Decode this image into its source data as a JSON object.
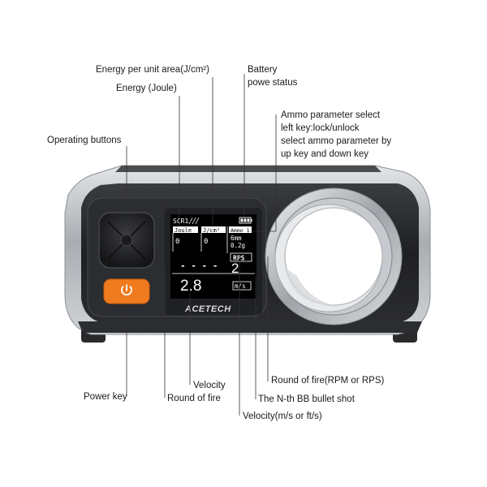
{
  "callouts": {
    "energy_per_area": "Energy per unit area(J/cm²)",
    "energy_joule": "Energy (Joule)",
    "battery": [
      "Battery",
      "powe status"
    ],
    "ammo_select": [
      "Ammo parameter select",
      "left key:lock/unlock",
      "select ammo parameter by",
      "up key and down key"
    ],
    "operating_buttons": "Operating buttons",
    "power_key": "Power key",
    "velocity": "Velocity",
    "round_of_fire": "Round of fire",
    "round_of_fire_rpm_rps": "Round of fire(RPM or RPS)",
    "nth_bb": "The N-th BB bullet shot",
    "velocity_units": "Velocity(m/s or ft/s)"
  },
  "screen": {
    "mode": "SCR1",
    "joule_label": "Joule",
    "jcm_label": "J/cm²",
    "joule_value": "0",
    "jcm_value": "0",
    "ammo_label": "Ammo 1",
    "ammo_size": "6mm",
    "ammo_weight": "0.2g",
    "rps_label": "RPS",
    "round_dashes": "- - - -",
    "velocity_value": "2.8",
    "shot_count": "2",
    "velocity_unit": "m/s"
  },
  "brand": "ACETECH",
  "colors": {
    "power_button": "#f07a1e",
    "body_dark": "#1e1f22",
    "frame_silver": "#b9bcc0",
    "screen_bg": "#000000"
  },
  "icons": [
    "dpad-icon",
    "power-icon",
    "battery-icon",
    "signal-icon"
  ]
}
